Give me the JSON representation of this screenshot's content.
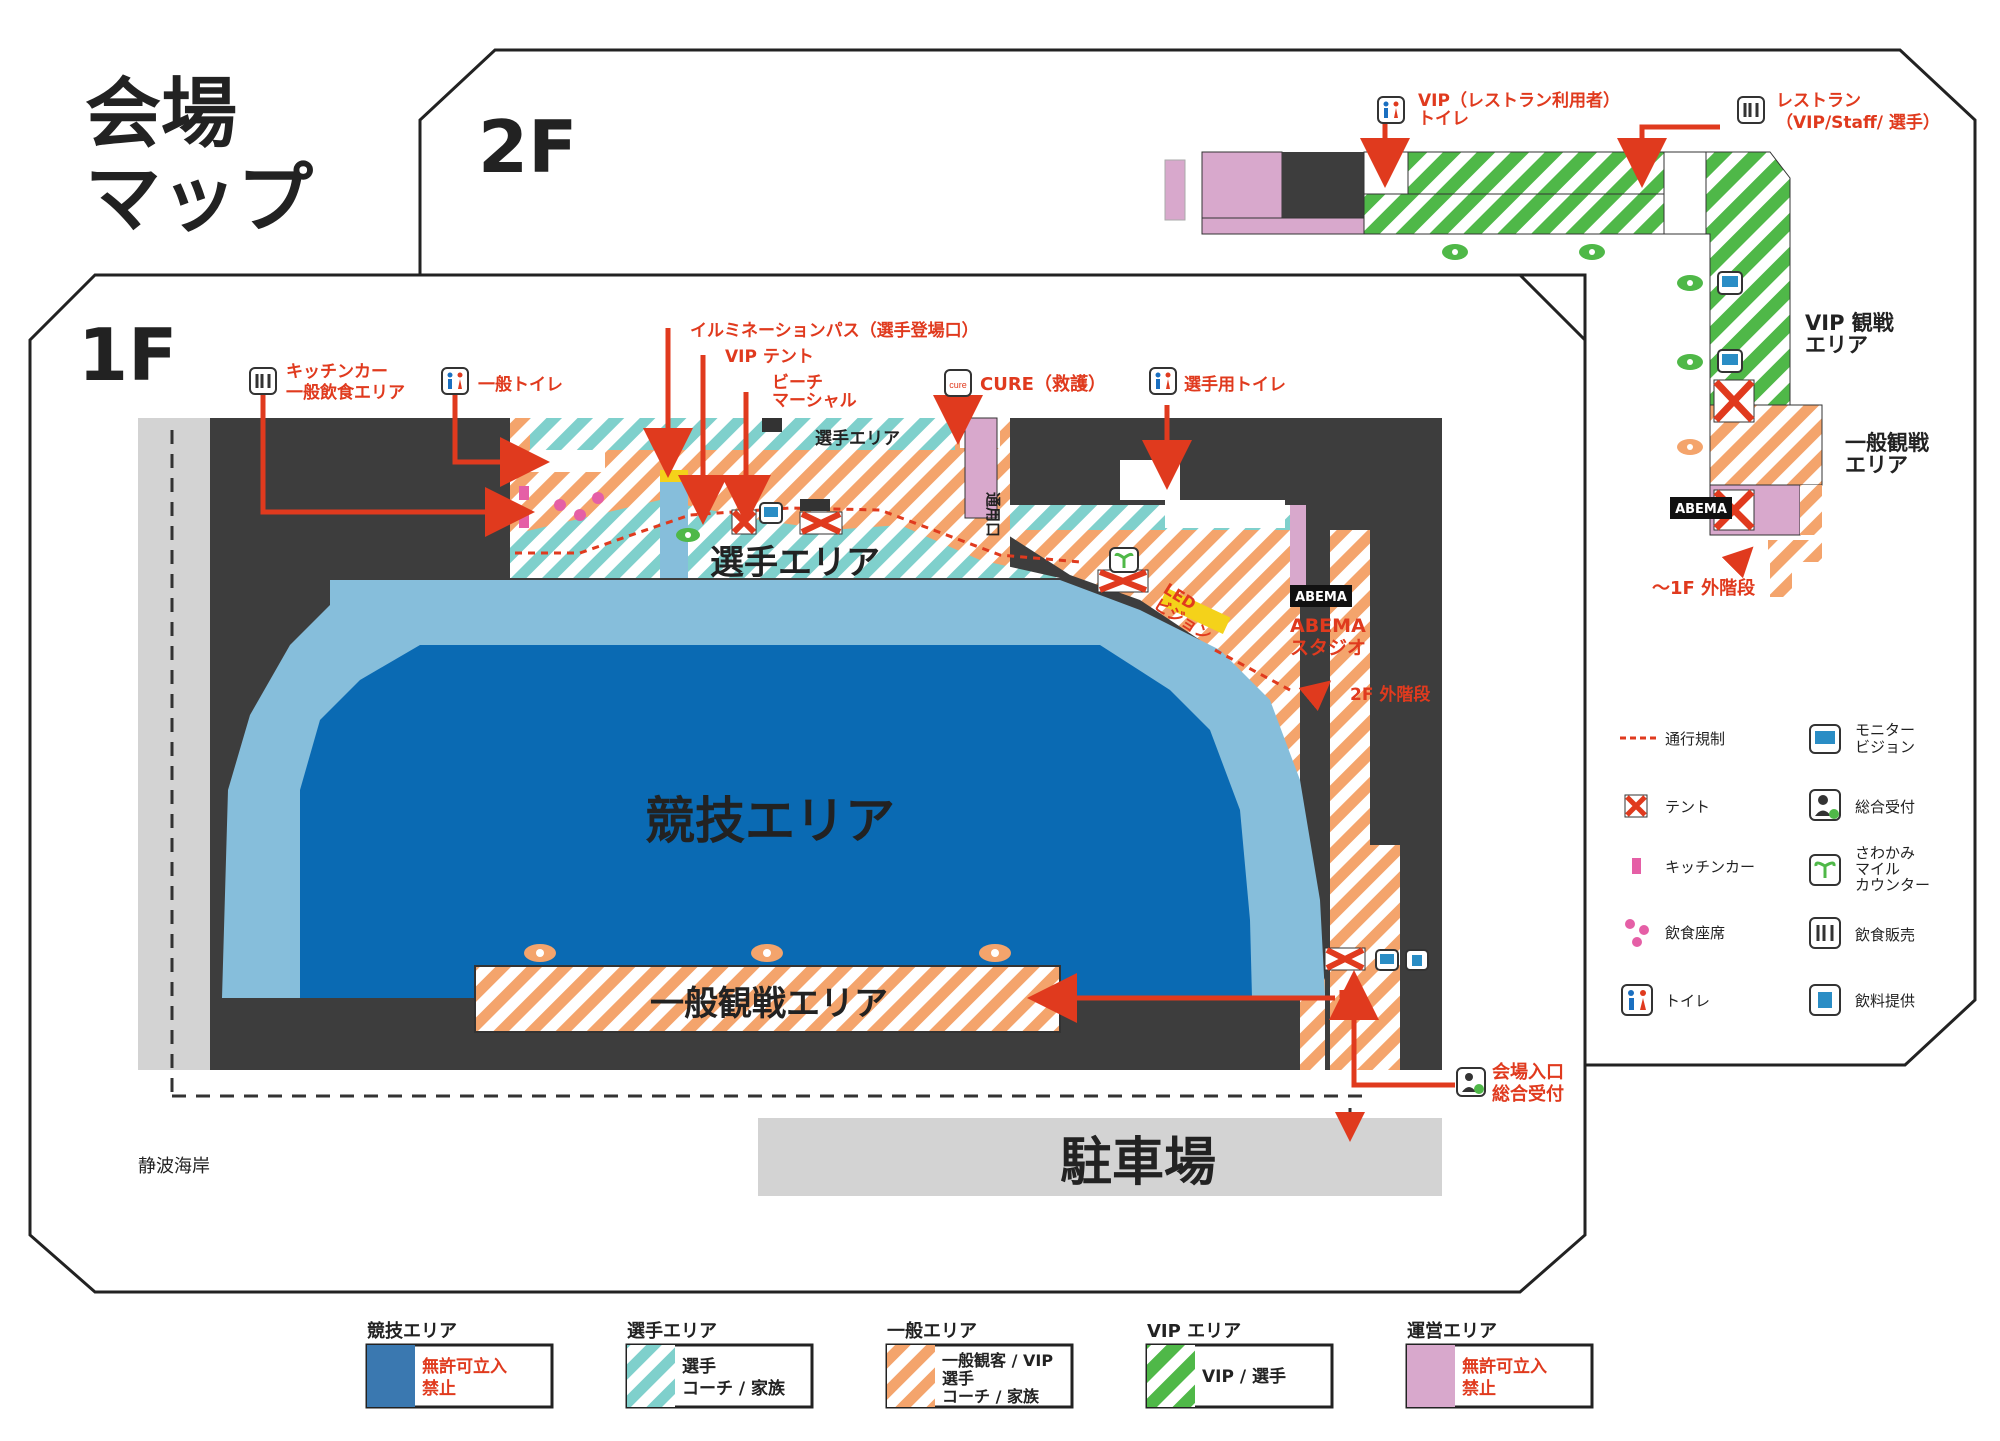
{
  "title_line1": "会場",
  "title_line2": "マップ",
  "floor2": {
    "label": "2F",
    "vip_toilet_line1": "VIP（レストラン利用者）",
    "vip_toilet_line2": "トイレ",
    "restaurant_line1": "レストラン",
    "restaurant_line2": "（VIP/Staff/ 選手）",
    "vip_watch_line1": "VIP 観戦",
    "vip_watch_line2": "エリア",
    "general_watch_line1": "一般観戦",
    "general_watch_line2": "エリア",
    "abema": "ABEMA",
    "to_1f_stairs": "～1F 外階段"
  },
  "floor1": {
    "label": "1F",
    "kitchen_line1": "キッチンカー",
    "kitchen_line2": "一般飲食エリア",
    "general_toilet": "一般トイレ",
    "illumination_pass": "イルミネーションパス（選手登場口）",
    "vip_tent": "VIP テント",
    "beach_marshal_line1": "ビーチ",
    "beach_marshal_line2": "マーシャル",
    "cure": "CURE（救護）",
    "athlete_toilet": "選手用トイレ",
    "athlete_area_small": "選手エリア",
    "athlete_area": "選手エリア",
    "passage_entrance": "通用口",
    "led_line1": "LED",
    "led_line2": "ビジョン",
    "abema_logo": "ABEMA",
    "abema_studio_line1": "ABEMA",
    "abema_studio_line2": "スタジオ",
    "stairs_2f": "2F 外階段",
    "competition_area": "競技エリア",
    "general_watch_area": "一般観戦エリア",
    "entrance_line1": "会場入口",
    "entrance_line2": "総合受付",
    "parking": "駐車場",
    "coast": "静波海岸"
  },
  "legend_icons": [
    {
      "icon": "restricted-line",
      "label": "通行規制"
    },
    {
      "icon": "monitor-icon",
      "label_line1": "モニター",
      "label_line2": "ビジョン"
    },
    {
      "icon": "tent-icon",
      "label": "テント"
    },
    {
      "icon": "reception-icon",
      "label": "総合受付"
    },
    {
      "icon": "kitchen-car-icon",
      "label": "キッチンカー"
    },
    {
      "icon": "sprout-icon",
      "label_line1": "さわかみ",
      "label_line2": "マイル",
      "label_line3": "カウンター"
    },
    {
      "icon": "dining-seat-icon",
      "label": "飲食座席"
    },
    {
      "icon": "food-sale-icon",
      "label": "飲食販売"
    },
    {
      "icon": "toilet-icon",
      "label": "トイレ"
    },
    {
      "icon": "drink-icon",
      "label": "飲料提供"
    }
  ],
  "legend_areas": [
    {
      "title": "競技エリア",
      "line1": "無許可立入",
      "line2": "禁止",
      "color": "#3a78b0",
      "line_color": "red"
    },
    {
      "title": "選手エリア",
      "line1": "選手",
      "line2": "コーチ / 家族",
      "color": "#7fd0cc",
      "line_color": "black"
    },
    {
      "title": "一般エリア",
      "line1": "一般観客 / VIP",
      "line2": "選手",
      "line3": "コーチ / 家族",
      "color": "#f4a46c",
      "line_color": "black"
    },
    {
      "title": "VIP エリア",
      "line1": "VIP / 選手",
      "color": "#4fb848",
      "line_color": "black"
    },
    {
      "title": "運営エリア",
      "line1": "無許可立入",
      "line2": "禁止",
      "color": "#d8a8cc",
      "line_color": "red"
    }
  ],
  "colors": {
    "competition_blue": "#0a6ab3",
    "pool_rim": "#86bedb",
    "dark": "#3d3d3d",
    "athlete_stripe": "#7fd0cc",
    "general_stripe": "#f4a46c",
    "vip_stripe": "#4fb848",
    "admin": "#d8a8cc",
    "accent_red": "#e03a1e"
  }
}
